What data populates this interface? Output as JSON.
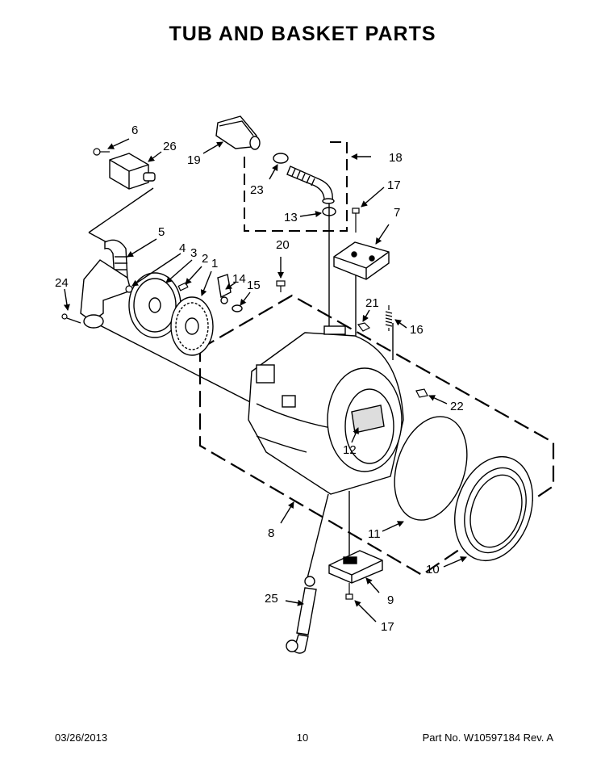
{
  "title": "TUB AND BASKET PARTS",
  "footer": {
    "date": "03/26/2013",
    "page": "10",
    "part_number": "Part No.  W10597184  Rev.  A"
  },
  "callouts": {
    "c1": "1",
    "c2": "2",
    "c3": "3",
    "c4": "4",
    "c5": "5",
    "c6": "6",
    "c7": "7",
    "c8": "8",
    "c9": "9",
    "c10": "10",
    "c11": "11",
    "c12": "12",
    "c13": "13",
    "c14": "14",
    "c15": "15",
    "c16": "16",
    "c17a": "17",
    "c17b": "17",
    "c18": "18",
    "c19": "19",
    "c20": "20",
    "c21": "21",
    "c22": "22",
    "c23": "23",
    "c24": "24",
    "c25": "25",
    "c26": "26"
  }
}
